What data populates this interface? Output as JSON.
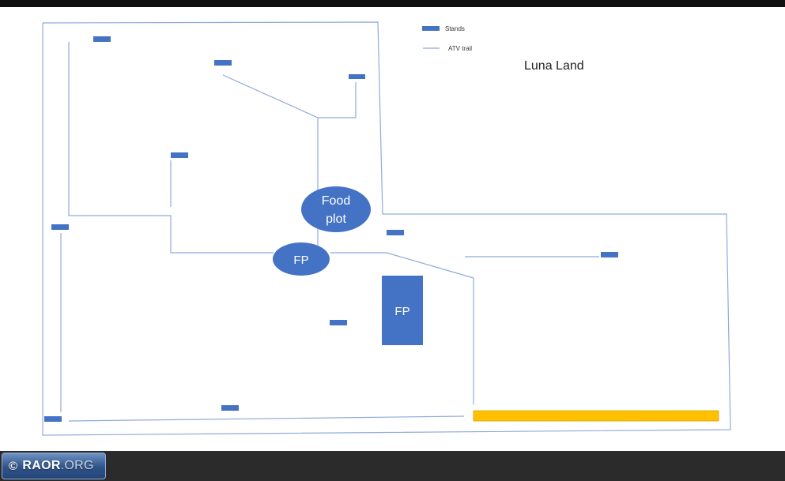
{
  "map": {
    "title": "Luna Land",
    "legend": {
      "stands_label": "Stands",
      "trail_label": "ATV trail"
    },
    "labels": {
      "food_plot_line1": "Food",
      "food_plot_line2": "plot",
      "fp_oval": "FP",
      "fp_rect": "FP"
    }
  },
  "colors": {
    "stand": "#4472c4",
    "trail": "#8faadc",
    "boundary": "#8faadc",
    "food_plot": "#4472c4",
    "highlight_bar": "#ffc000"
  },
  "watermark": {
    "copyright_symbol": "©",
    "brand": "RAOR",
    "suffix": ".ORG"
  }
}
